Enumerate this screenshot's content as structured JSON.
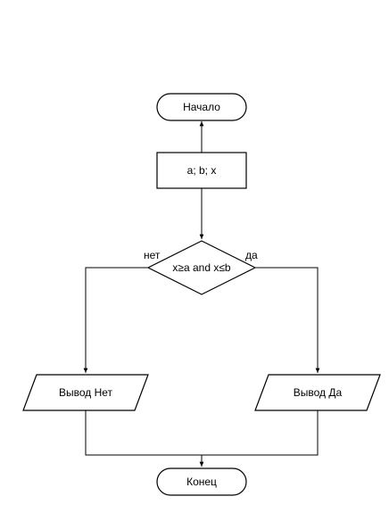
{
  "flowchart": {
    "start": {
      "label": "Начало"
    },
    "input": {
      "label": "a; b; x"
    },
    "decision": {
      "label": "x≥a and x≤b",
      "no_label": "нет",
      "yes_label": "да"
    },
    "output_no": {
      "label": "Вывод Нет"
    },
    "output_yes": {
      "label": "Вывод Да"
    },
    "end": {
      "label": "Конец"
    }
  }
}
